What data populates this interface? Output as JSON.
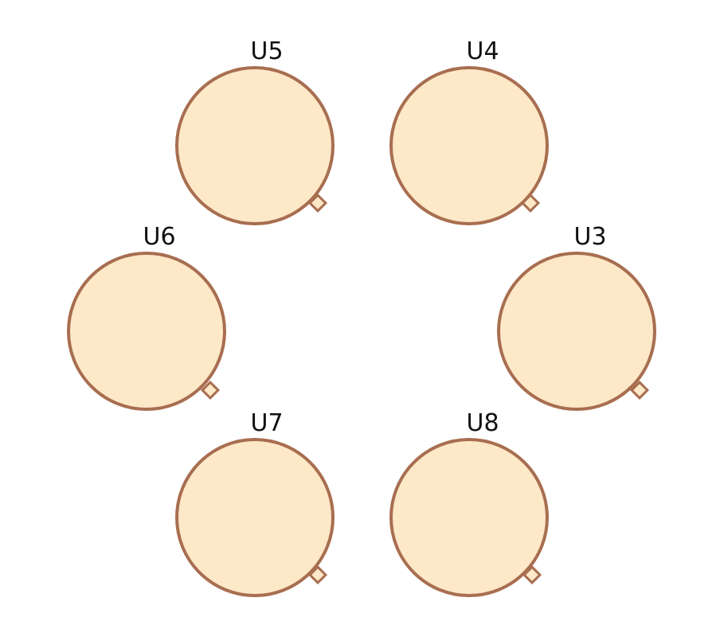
{
  "colors": {
    "fill": "#fde8c8",
    "stroke": "#a86e50",
    "label": "#111111",
    "background": "#ffffff"
  },
  "components": [
    {
      "id": "U5",
      "label": "U5"
    },
    {
      "id": "U4",
      "label": "U4"
    },
    {
      "id": "U6",
      "label": "U6"
    },
    {
      "id": "U3",
      "label": "U3"
    },
    {
      "id": "U7",
      "label": "U7"
    },
    {
      "id": "U8",
      "label": "U8"
    }
  ]
}
